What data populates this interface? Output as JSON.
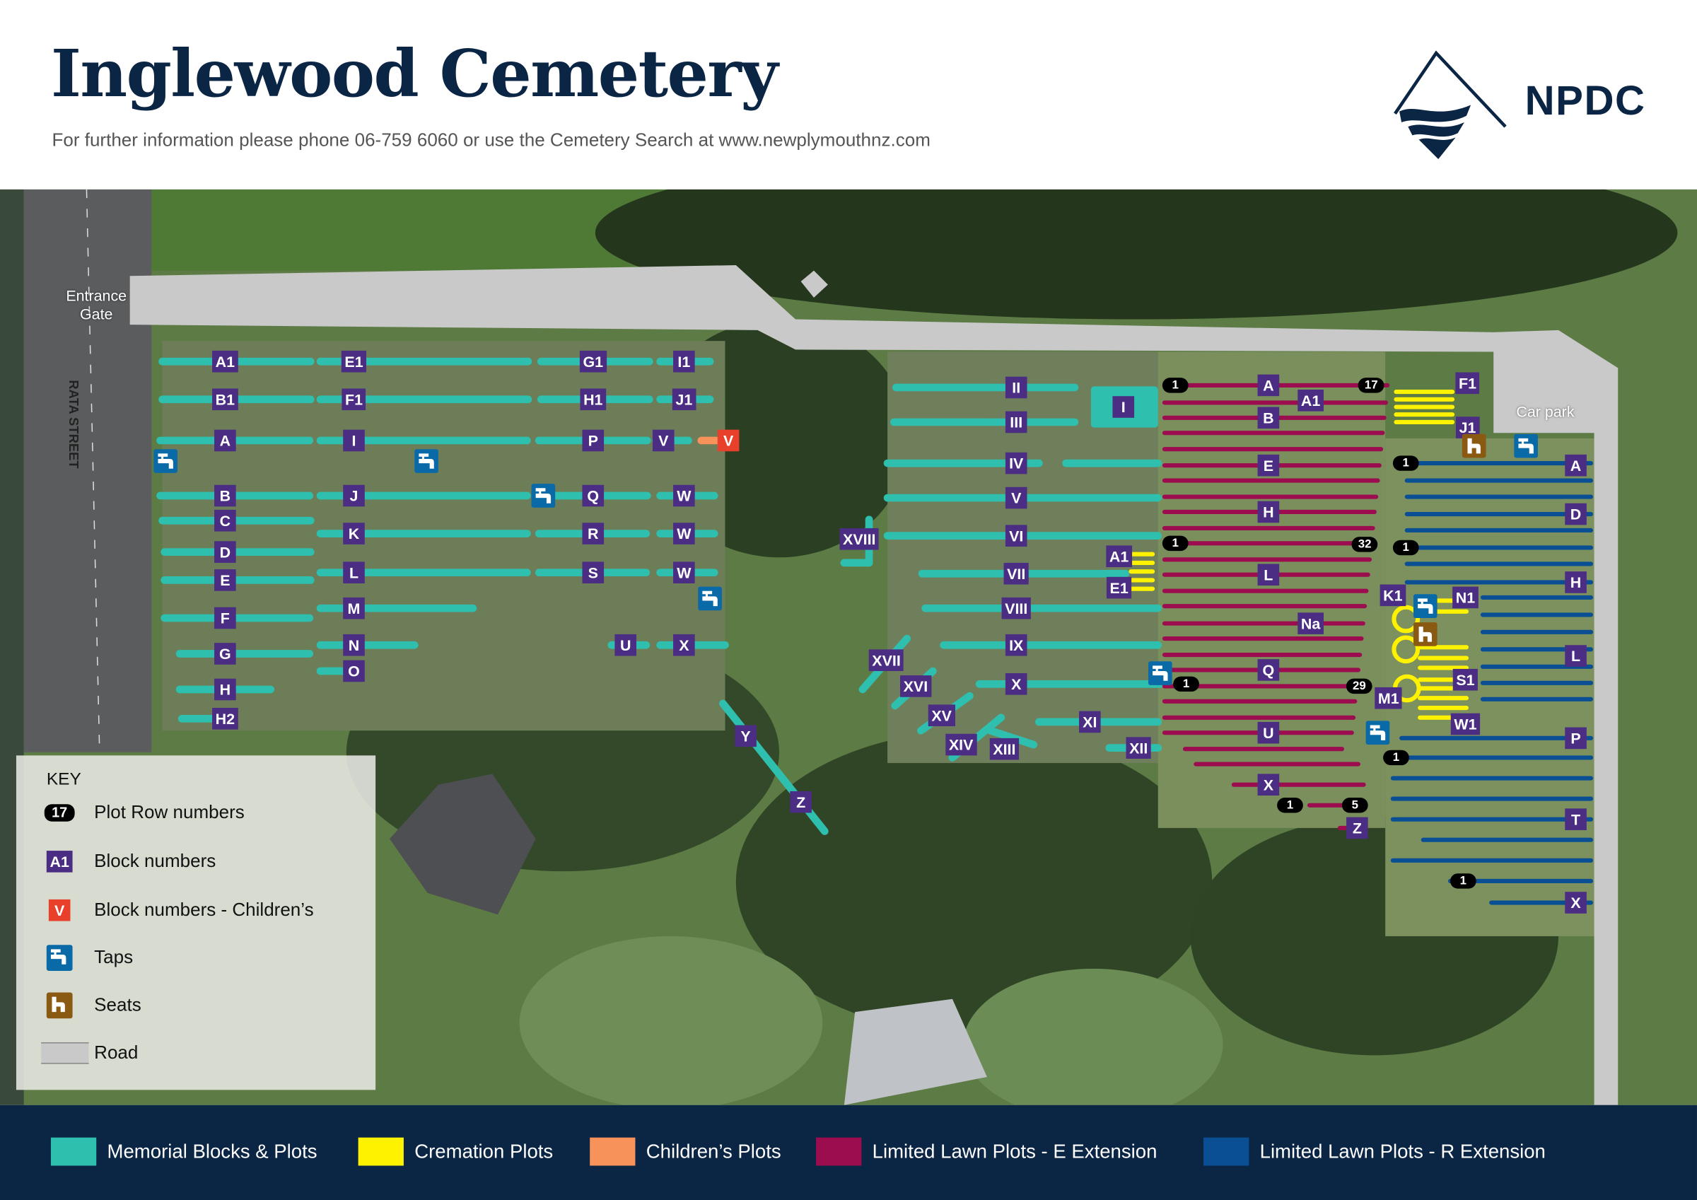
{
  "header": {
    "title": "Inglewood Cemetery",
    "info": "For further information  please phone 06-759 6060 or use the Cemetery Search at www.newplymouthnz.com"
  },
  "logo": {
    "text": "NPDC"
  },
  "map": {
    "entrance_gate": "Entrance Gate",
    "street": "RATA STREET",
    "car_park": "Car park",
    "blocks": [
      "A1",
      "B1",
      "A",
      "B",
      "C",
      "D",
      "E",
      "F",
      "G",
      "H",
      "H2",
      "E1",
      "F1",
      "I",
      "J",
      "K",
      "L",
      "M",
      "N",
      "O",
      "G1",
      "H1",
      "P",
      "Q",
      "R",
      "S",
      "I1",
      "J1",
      "V",
      "W",
      "W",
      "W",
      "U",
      "X",
      "Y",
      "Z",
      "II",
      "III",
      "I",
      "IV",
      "V",
      "VI",
      "XVIII",
      "VII",
      "A1",
      "E1",
      "VIII",
      "IX",
      "X",
      "XVII",
      "XVI",
      "XV",
      "XIV",
      "XIII",
      "XI",
      "XII",
      "A",
      "A1",
      "B",
      "E",
      "H",
      "L",
      "Na",
      "Q",
      "U",
      "X",
      "Z",
      "F1",
      "J1",
      "K1",
      "N1",
      "S1",
      "M1",
      "W1",
      "A",
      "D",
      "H",
      "L",
      "P",
      "T",
      "X"
    ],
    "children_blocks": [
      "V"
    ],
    "row_numbers": [
      "1",
      "17",
      "1",
      "32",
      "1",
      "1",
      "1",
      "29",
      "1",
      "1",
      "5",
      "1"
    ],
    "tap_count": 8,
    "seat_count": 2
  },
  "key": {
    "title": "KEY",
    "row_sample": "17",
    "block_sample": "A1",
    "child_sample": "V",
    "items": [
      "Plot Row numbers",
      "Block numbers",
      "Block numbers - Children’s",
      "Taps",
      "Seats",
      "Road"
    ]
  },
  "legend": [
    {
      "label": "Memorial Blocks & Plots",
      "color": "#2fbfae"
    },
    {
      "label": "Cremation Plots",
      "color": "#fff200"
    },
    {
      "label": "Children’s Plots",
      "color": "#f7925a"
    },
    {
      "label": "Limited Lawn Plots - E Extension",
      "color": "#9b0d4e"
    },
    {
      "label": "Limited Lawn Plots - R Extension",
      "color": "#0a4f93"
    }
  ],
  "colors": {
    "navy": "#0b2545",
    "block": "#4b2d84",
    "children_block": "#e8402a",
    "tap": "#0a6aa8",
    "seat": "#8a5a12",
    "road": "#c9c9c9"
  }
}
